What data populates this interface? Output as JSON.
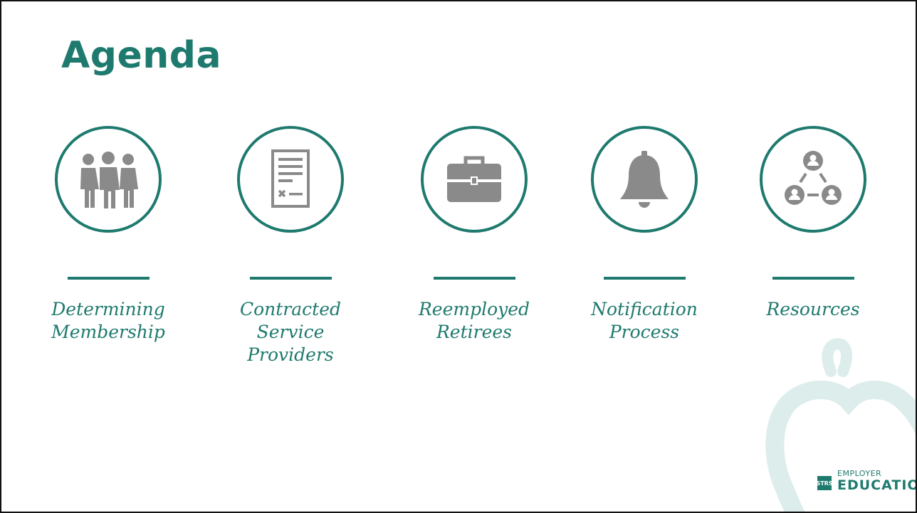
{
  "slide": {
    "title": "Agenda"
  },
  "colors": {
    "accent": "#1e7a6e",
    "icon": "#8a8a8a",
    "apple": "#dcedeb"
  },
  "items": [
    {
      "label": "Determining\nMembership",
      "icon": "people-group-icon"
    },
    {
      "label": "Contracted\nService\nProviders",
      "icon": "contract-document-icon"
    },
    {
      "label": "Reemployed\nRetirees",
      "icon": "briefcase-icon"
    },
    {
      "label": "Notification\nProcess",
      "icon": "bell-icon"
    },
    {
      "label": "Resources",
      "icon": "network-people-icon"
    }
  ],
  "branding": {
    "logo_text": "STRS",
    "line1": "EMPLOYER",
    "line2": "EDUCATION"
  }
}
